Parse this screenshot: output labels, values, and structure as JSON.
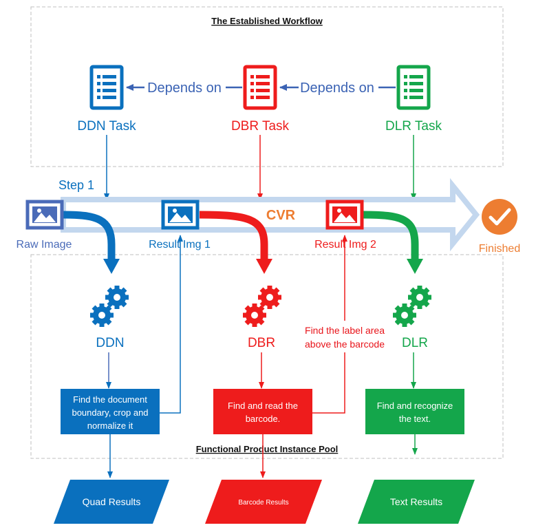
{
  "colors": {
    "ddn": "#0a70be",
    "dbr": "#ee1c1c",
    "dlr": "#14a64b",
    "workflow_blue": "#3b63b4",
    "raw_image": "#4a6bb8",
    "cvr_orange": "#ed7d31",
    "band": "#c3d7ee",
    "frame_dash": "#bfbfbf"
  },
  "workflow": {
    "title": "The Established Workflow",
    "tasks": [
      {
        "id": "ddn",
        "label": "DDN Task",
        "icon": "task-list-icon"
      },
      {
        "id": "dbr",
        "label": "DBR Task",
        "icon": "task-list-icon"
      },
      {
        "id": "dlr",
        "label": "DLR Task",
        "icon": "task-list-icon"
      }
    ],
    "dependency_labels": [
      "Depends on",
      "Depends on"
    ]
  },
  "pipeline": {
    "step_label": "Step 1",
    "band_label": "CVR",
    "images": [
      {
        "label": "Raw Image",
        "icon": "image-icon"
      },
      {
        "label": "Result Img 1",
        "icon": "image-icon"
      },
      {
        "label": "Result Img 2",
        "icon": "image-icon"
      }
    ],
    "finished_label": "Finished",
    "finished_icon": "checkmark-icon"
  },
  "pool": {
    "title": "Functional Product Instance Pool",
    "engines": [
      {
        "id": "ddn",
        "label": "DDN",
        "icon": "gears-icon",
        "box_lines": [
          "Find the document",
          "boundary, crop and",
          "normalize it"
        ]
      },
      {
        "id": "dbr",
        "label": "DBR",
        "icon": "gears-icon",
        "box_lines": [
          "Find and read the",
          "barcode."
        ]
      },
      {
        "id": "dlr",
        "label": "DLR",
        "icon": "gears-icon",
        "box_lines": [
          "Find and recognize",
          "the text."
        ]
      }
    ],
    "note_lines": [
      "Find the label area",
      "above the barcode"
    ]
  },
  "results": [
    {
      "label": "Quad Results"
    },
    {
      "label": "Barcode Results"
    },
    {
      "label": "Text Results"
    }
  ]
}
